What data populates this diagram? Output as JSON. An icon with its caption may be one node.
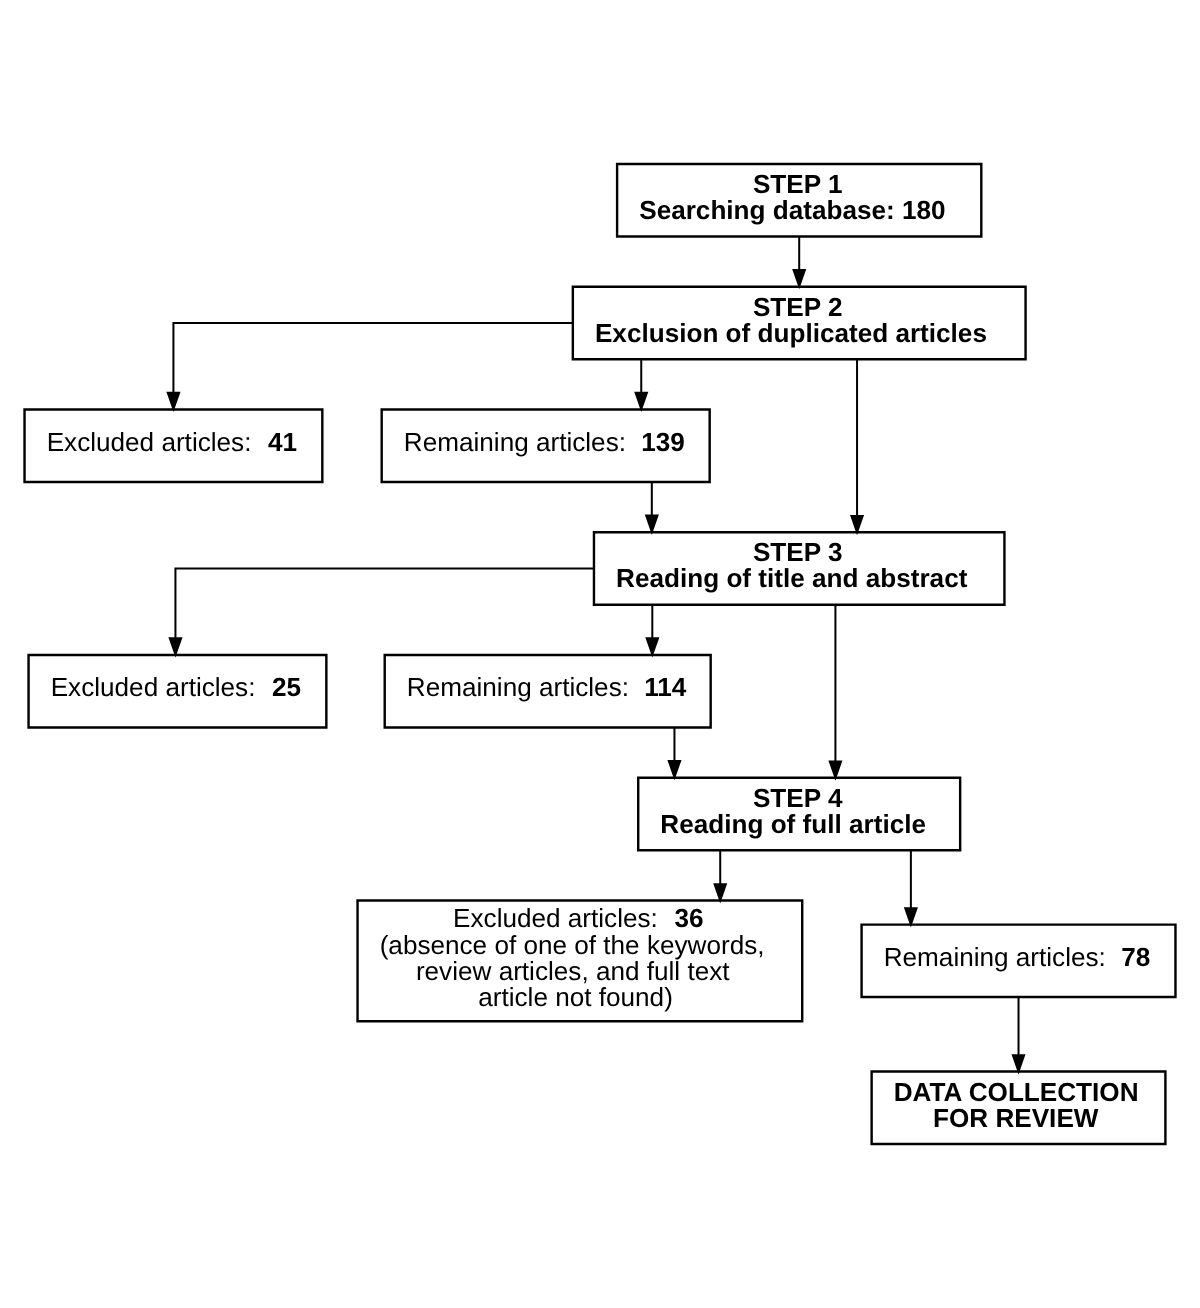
{
  "diagram": {
    "nodes": [
      {
        "text": [
          "STEP 1",
          "Searching database: 180"
        ]
      },
      {
        "text": [
          "STEP 2",
          "Exclusion of duplicated articles"
        ]
      },
      {
        "text": [
          "Excluded articles: **41**"
        ]
      },
      {
        "text": [
          "Remaining articles: **139**"
        ]
      },
      {
        "text": [
          "STEP 3",
          "Reading of title and abstract"
        ]
      },
      {
        "text": [
          "Excluded articles: **25**"
        ]
      },
      {
        "text": [
          "Remaining articles: **114**"
        ]
      },
      {
        "text": [
          "STEP 4",
          "Reading of full article"
        ]
      },
      {
        "text": [
          "Excluded articles: **36** (absence of one of the keywords, review articles, and full text article not found)"
        ]
      },
      {
        "text": [
          "Remaining articles: **78**"
        ]
      },
      {
        "text": [
          "DATA COLLECTION FOR REVIEW"
        ]
      }
    ],
    "edges": [
      {
        "from": 0,
        "to": 1,
        "arrow": "to"
      },
      {
        "from": 1,
        "to": 2,
        "arrow": "to"
      },
      {
        "from": 1,
        "to": 3,
        "arrow": "to"
      },
      {
        "from": 1,
        "to": 4,
        "arrow": "to"
      },
      {
        "from": 3,
        "to": 4,
        "arrow": "to"
      },
      {
        "from": 4,
        "to": 5,
        "arrow": "to"
      },
      {
        "from": 4,
        "to": 6,
        "arrow": "to"
      },
      {
        "from": 4,
        "to": 7,
        "arrow": "to"
      },
      {
        "from": 6,
        "to": 7,
        "arrow": "to"
      },
      {
        "from": 7,
        "to": 8,
        "arrow": "to"
      },
      {
        "from": 7,
        "to": 9,
        "arrow": "to"
      },
      {
        "from": 9,
        "to": 10,
        "arrow": "to"
      }
    ]
  }
}
